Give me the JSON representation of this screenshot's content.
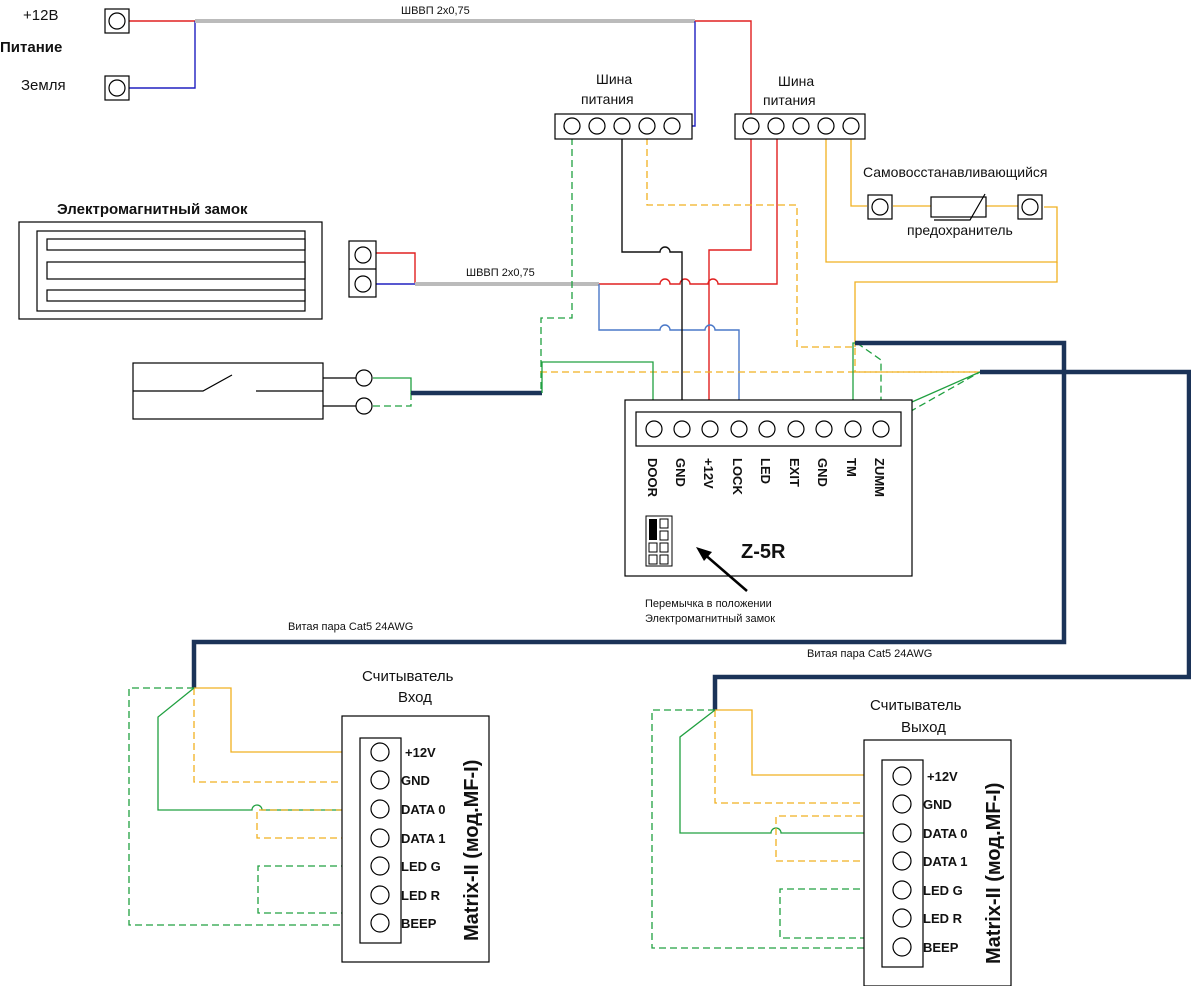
{
  "power": {
    "plus12": "+12В",
    "title": "Питание",
    "ground": "Земля",
    "cable_top": "ШВВП 2х0,75"
  },
  "bus": {
    "left_title_1": "Шина",
    "left_title_2": "питания",
    "right_title_1": "Шина",
    "right_title_2": "питания"
  },
  "fuse": {
    "line1": "Самовосстанавливающийся",
    "line2": "предохранитель"
  },
  "lock": {
    "title": "Электромагнитный замок",
    "cable": "ШВВП 2х0,75"
  },
  "controller": {
    "name": "Z-5R",
    "pins": [
      "DOOR",
      "GND",
      "+12V",
      "LOCK",
      "LED",
      "EXIT",
      "GND",
      "TM",
      "ZUMM"
    ],
    "jumper_note_1": "Перемычка в положении",
    "jumper_note_2": "Электромагнитный замок"
  },
  "cables": {
    "twisted_left": "Витая пара Cat5 24AWG",
    "twisted_right": "Витая пара Cat5 24AWG"
  },
  "reader_in": {
    "title_1": "Считыватель",
    "title_2": "Вход",
    "model": "Matrix-II (мод.MF-I)",
    "pins": [
      "+12V",
      "GND",
      "DATA 0",
      "DATA 1",
      "LED G",
      "LED R",
      "BEEP"
    ]
  },
  "reader_out": {
    "title_1": "Считыватель",
    "title_2": "Выход",
    "model": "Matrix-II (мод.MF-I)",
    "pins": [
      "+12V",
      "GND",
      "DATA 0",
      "DATA 1",
      "LED G",
      "LED R",
      "BEEP"
    ]
  },
  "colors": {
    "red": "#e02020",
    "blue": "#2020c0",
    "green": "#20a040",
    "yellow": "#f0b020",
    "navy": "#1b3358",
    "gray": "#bbbbbb"
  }
}
